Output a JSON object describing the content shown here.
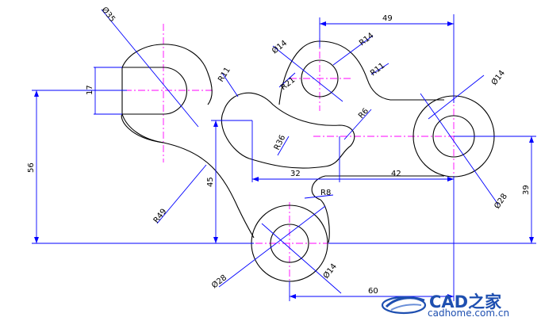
{
  "drawing": {
    "dimensions": {
      "d35": "Ø35",
      "d14_top": "Ø14",
      "r14": "R14",
      "r11_top": "R11",
      "r11_left": "R11",
      "r21": "R21",
      "r36": "R36",
      "r6": "R6",
      "d14_right": "Ø14",
      "d28_right": "Ø28",
      "r8": "R8",
      "r49": "R49",
      "d28_bottom": "Ø28",
      "d14_bottom": "Ø14",
      "len49": "49",
      "len17": "17",
      "len56": "56",
      "len45": "45",
      "len32": "32",
      "len42": "42",
      "len39": "39",
      "len60": "60"
    }
  },
  "logo": {
    "title": "CAD之家",
    "site": "cadhome.com.cn",
    "color": "#1e4fb0"
  }
}
